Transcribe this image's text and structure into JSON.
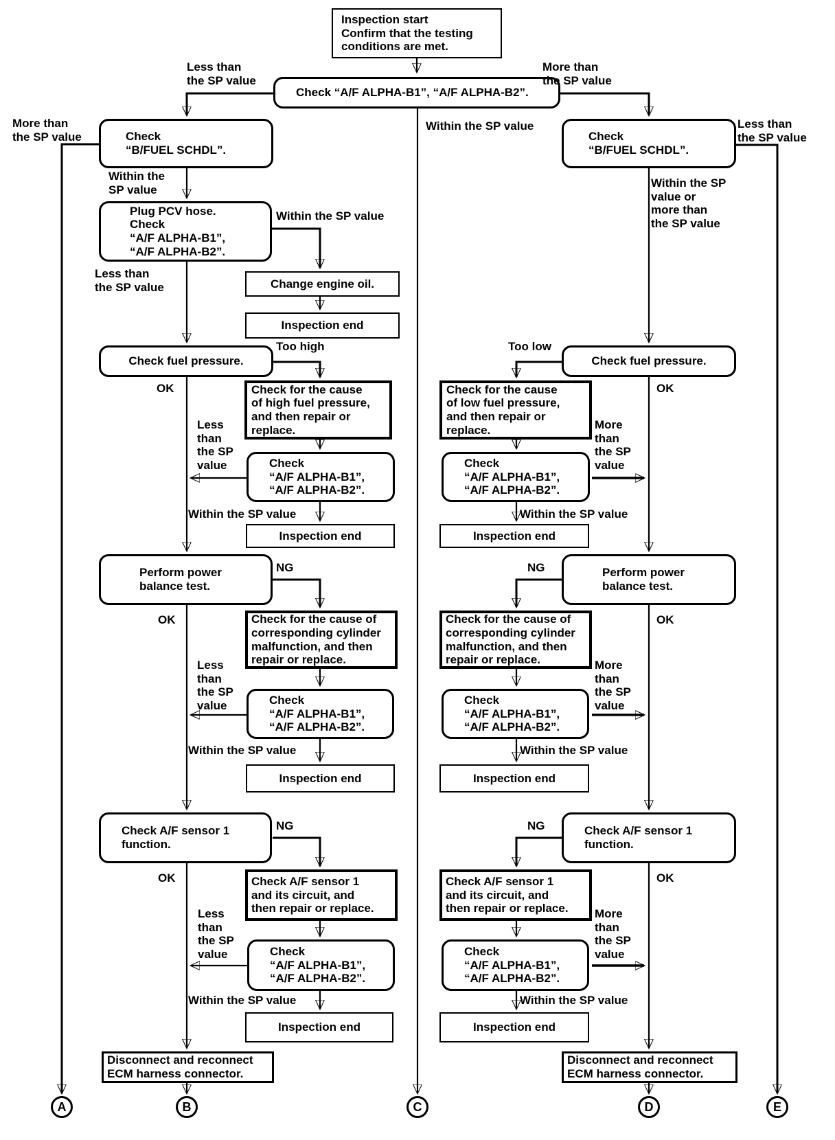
{
  "nodes": {
    "inspection_start": {
      "text": "Inspection start\nConfirm that the testing\nconditions are met."
    },
    "check_alpha_top": {
      "text": "Check “A/F ALPHA-B1”, “A/F ALPHA-B2”."
    },
    "check_bfuel": {
      "text": "Check\n“B/FUEL SCHDL”."
    },
    "plug_pcv": {
      "text": "Plug PCV hose.\nCheck\n“A/F ALPHA-B1”,\n“A/F ALPHA-B2”."
    },
    "change_oil": {
      "text": "Change engine oil."
    },
    "inspection_end": {
      "text": "Inspection end"
    },
    "check_fuel_pressure": {
      "text": "Check fuel pressure."
    },
    "high_fuel_cause": {
      "text": "Check for the cause\nof high fuel pressure,\nand then repair or\nreplace."
    },
    "low_fuel_cause": {
      "text": "Check for the cause\nof low fuel pressure,\nand then repair or\nreplace."
    },
    "check_alpha": {
      "text": "Check\n“A/F ALPHA-B1”,\n“A/F ALPHA-B2”."
    },
    "power_balance": {
      "text": "Perform power\nbalance test."
    },
    "cylinder_cause": {
      "text": "Check for the cause of\ncorresponding cylinder\nmalfunction, and then\nrepair or replace."
    },
    "check_af_sensor": {
      "text": "Check A/F sensor 1\nfunction."
    },
    "af_sensor_circuit": {
      "text": "Check A/F sensor 1\nand its circuit, and\nthen repair or replace."
    },
    "disconnect_ecm": {
      "text": "Disconnect and reconnect\nECM harness connector."
    }
  },
  "labels": {
    "less_than_2l": "Less than\nthe SP value",
    "more_than_2l": "More than\nthe SP value",
    "within_2l": "Within the\nSP value",
    "within_1l": "Within the SP value",
    "within_or_more_4l": "Within the SP\nvalue or\nmore than\nthe SP value",
    "less_4l": "Less\nthan\nthe SP\nvalue",
    "more_4l": "More\nthan\nthe SP\nvalue",
    "too_high": "Too high",
    "too_low": "Too low",
    "ok": "OK",
    "ng": "NG"
  },
  "connectors": {
    "a": "A",
    "b": "B",
    "c": "C",
    "d": "D",
    "e": "E"
  }
}
